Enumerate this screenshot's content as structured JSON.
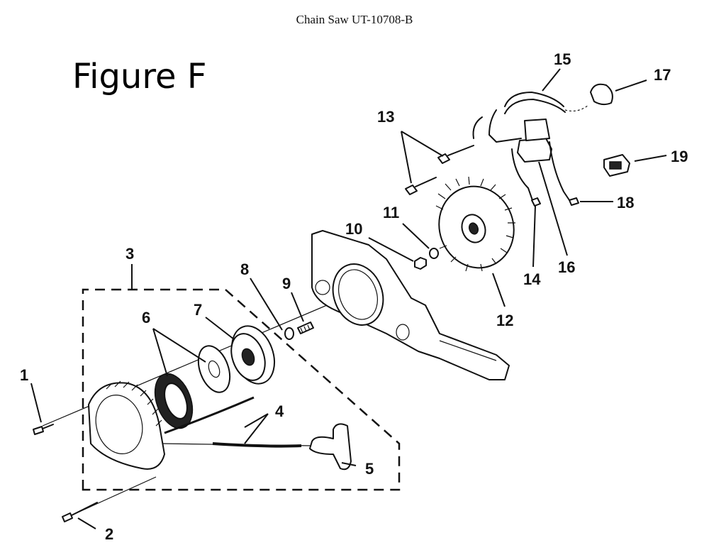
{
  "header": {
    "title": "Chain Saw UT-10708-B"
  },
  "figure": {
    "title": "Figure F"
  },
  "callouts": [
    {
      "id": "1",
      "label": "1"
    },
    {
      "id": "2",
      "label": "2"
    },
    {
      "id": "3",
      "label": "3"
    },
    {
      "id": "4",
      "label": "4"
    },
    {
      "id": "5",
      "label": "5"
    },
    {
      "id": "6",
      "label": "6"
    },
    {
      "id": "7",
      "label": "7"
    },
    {
      "id": "8",
      "label": "8"
    },
    {
      "id": "9",
      "label": "9"
    },
    {
      "id": "10",
      "label": "10"
    },
    {
      "id": "11",
      "label": "11"
    },
    {
      "id": "12",
      "label": "12"
    },
    {
      "id": "13",
      "label": "13"
    },
    {
      "id": "14",
      "label": "14"
    },
    {
      "id": "15",
      "label": "15"
    },
    {
      "id": "16",
      "label": "16"
    },
    {
      "id": "17",
      "label": "17"
    },
    {
      "id": "18",
      "label": "18"
    },
    {
      "id": "19",
      "label": "19"
    }
  ]
}
